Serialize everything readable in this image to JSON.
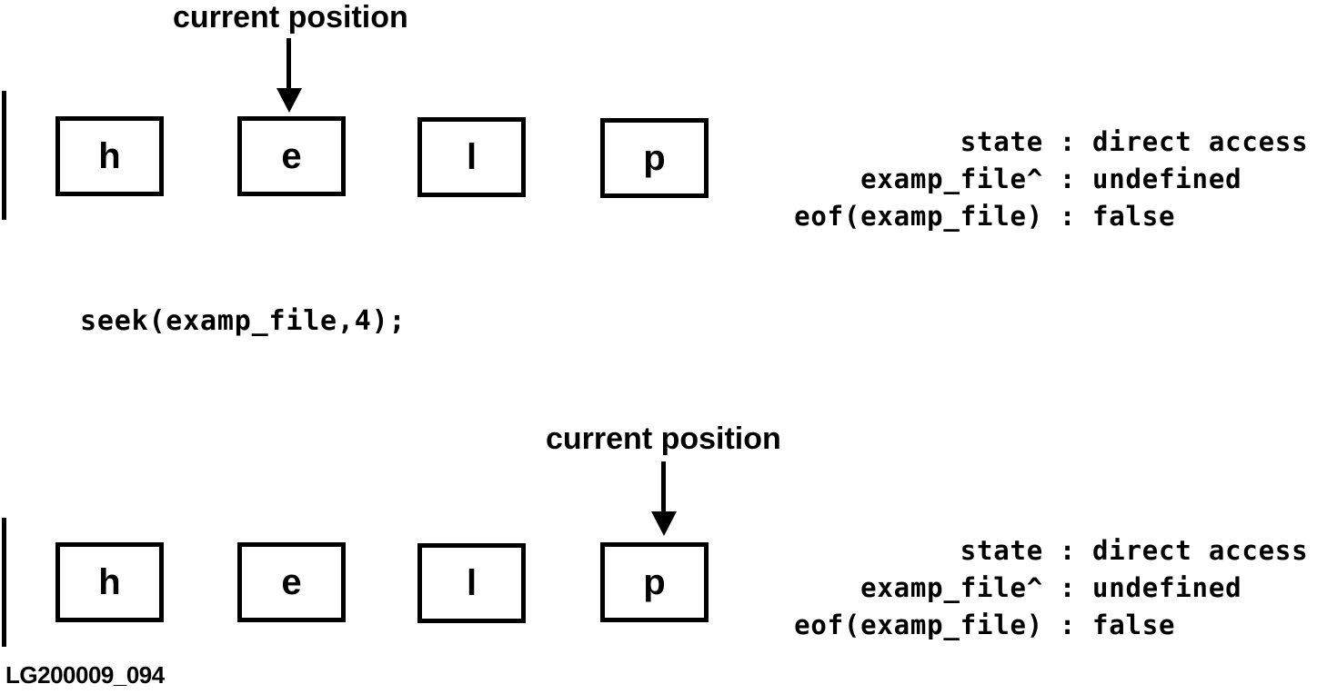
{
  "separator": ":",
  "caption": "LG200009_094",
  "code_line": "seek(examp_file,4);",
  "sections": [
    {
      "pointer_label": "current position",
      "pointer_target_cell": "e",
      "cells": [
        "h",
        "e",
        "l",
        "p"
      ],
      "state_rows": [
        {
          "label": "state",
          "value": "direct access"
        },
        {
          "label": "examp_file^",
          "value": "undefined"
        },
        {
          "label": "eof(examp_file)",
          "value": "false"
        }
      ]
    },
    {
      "pointer_label": "current position",
      "pointer_target_cell": "p",
      "cells": [
        "h",
        "e",
        "l",
        "p"
      ],
      "state_rows": [
        {
          "label": "state",
          "value": "direct access"
        },
        {
          "label": "examp_file^",
          "value": "undefined"
        },
        {
          "label": "eof(examp_file)",
          "value": "false"
        }
      ]
    }
  ]
}
